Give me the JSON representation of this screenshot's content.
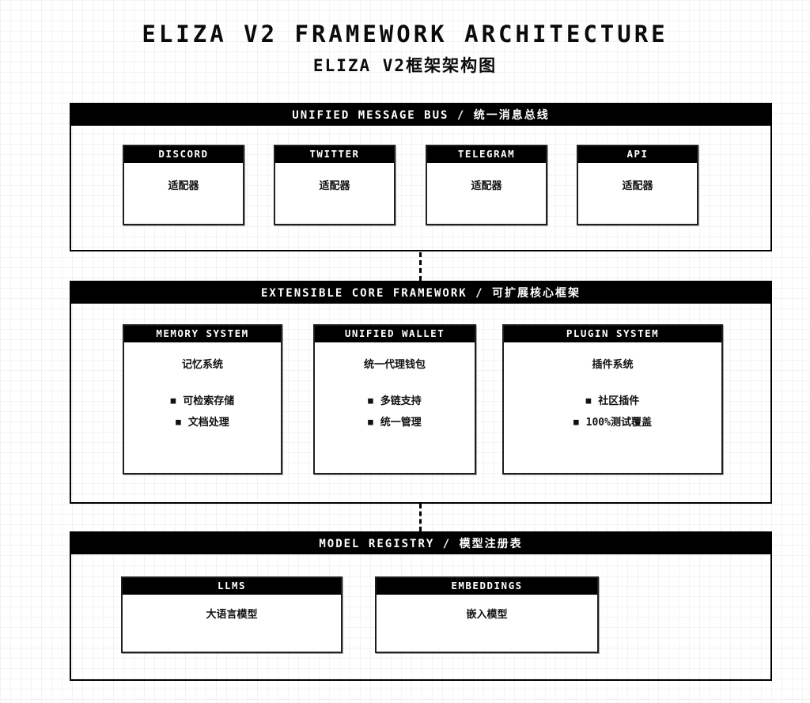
{
  "title": "ELIZA V2 FRAMEWORK ARCHITECTURE",
  "subtitle": "ELIZA V2框架架构图",
  "colors": {
    "background": "#ffffff",
    "grid_line": "#f3f3f3",
    "bar_background": "#000000",
    "bar_text": "#ffffff",
    "border": "#000000"
  },
  "icons": {
    "square_bullet": "■"
  },
  "sections": [
    {
      "id": "unified-message-bus",
      "header": "UNIFIED MESSAGE BUS / 统一消息总线",
      "boxes": [
        {
          "header": "DISCORD",
          "label": "适配器"
        },
        {
          "header": "TWITTER",
          "label": "适配器"
        },
        {
          "header": "TELEGRAM",
          "label": "适配器"
        },
        {
          "header": "API",
          "label": "适配器"
        }
      ]
    },
    {
      "id": "extensible-core-framework",
      "header": "EXTENSIBLE CORE FRAMEWORK / 可扩展核心框架",
      "boxes": [
        {
          "header": "MEMORY SYSTEM",
          "label": "记忆系统",
          "bullets": [
            "可检索存储",
            "文档处理"
          ]
        },
        {
          "header": "UNIFIED WALLET",
          "label": "统一代理钱包",
          "bullets": [
            "多链支持",
            "统一管理"
          ]
        },
        {
          "header": "PLUGIN SYSTEM",
          "label": "插件系统",
          "bullets": [
            "社区插件",
            "100%测试覆盖"
          ]
        }
      ]
    },
    {
      "id": "model-registry",
      "header": "MODEL REGISTRY / 模型注册表",
      "boxes": [
        {
          "header": "LLMS",
          "label": "大语言模型"
        },
        {
          "header": "EMBEDDINGS",
          "label": "嵌入模型"
        }
      ]
    }
  ]
}
